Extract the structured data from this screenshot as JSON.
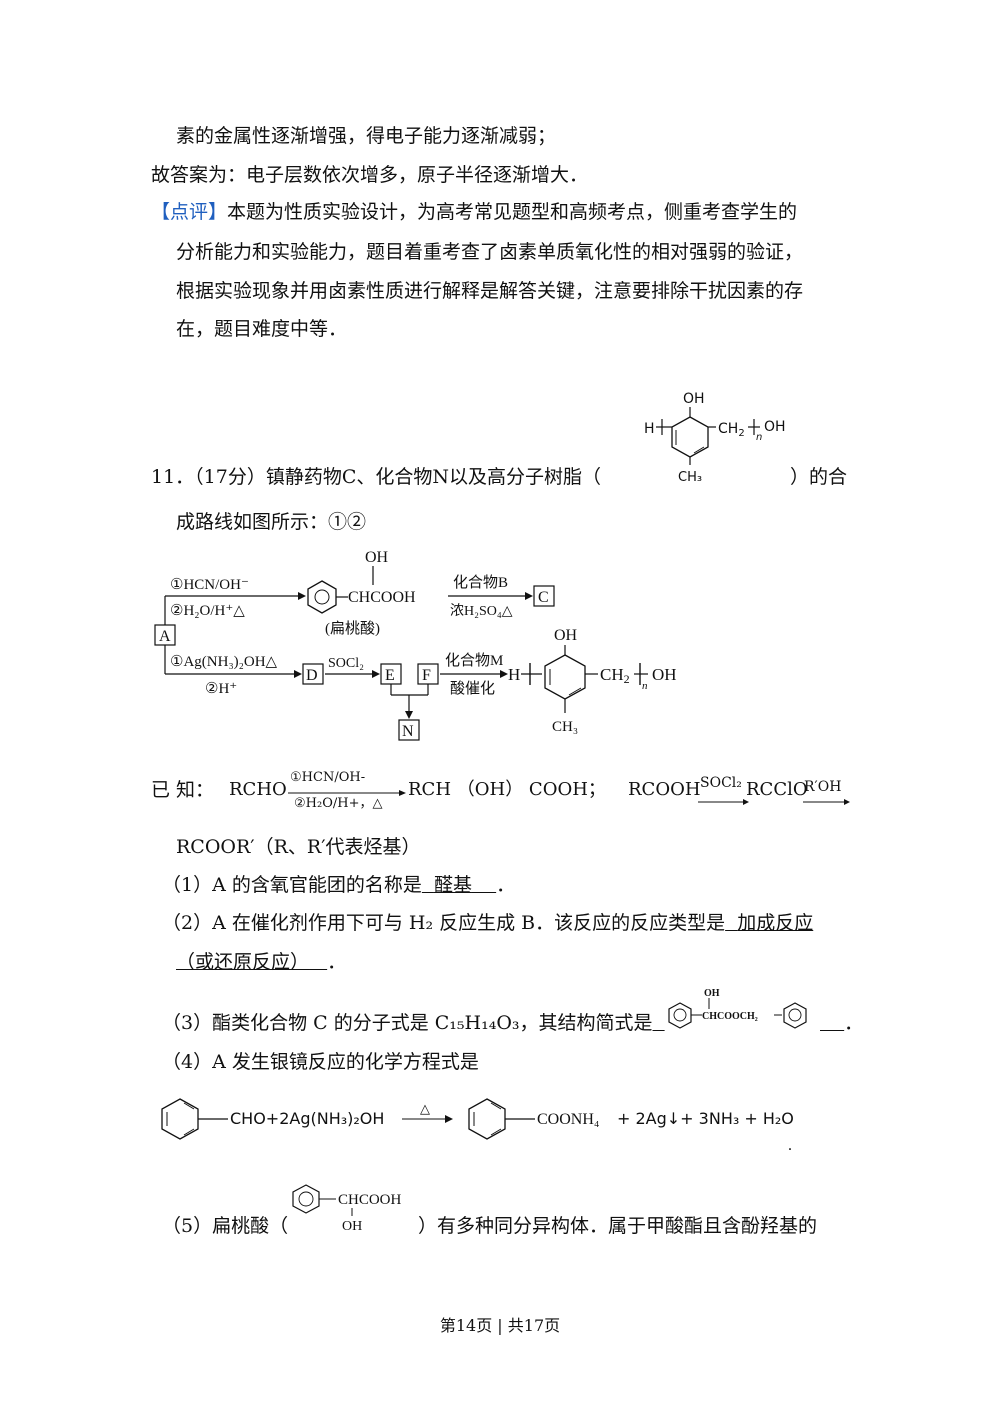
{
  "prev_analysis": {
    "line1": "素的金属性逐渐增强，得电子能力逐渐减弱；",
    "line2": "故答案为：电子层数依次增多，原子半径逐渐增大．"
  },
  "comment": {
    "tag": "【点评】",
    "line1": "本题为性质实验设计，为高考常见题型和高频考点，侧重考查学生的",
    "line2": "分析能力和实验能力，题目着重考查了卤素单质氧化性的相对强弱的验证，",
    "line3": "根据实验现象并用卤素性质进行解释是解答关键，注意要排除干扰因素的存",
    "line4": "在，题目难度中等．"
  },
  "q11": {
    "intro": "11．（17分）镇静药物C、化合物N以及高分子树脂（",
    "intro_tail": "）的合",
    "intro2": "成路线如图所示：①②",
    "polymer": {
      "oh": "OH",
      "h": "H",
      "ch2": "CH",
      "sub2": "2",
      "n": "n",
      "end": "OH",
      "ch3": "CH₃"
    },
    "scheme": {
      "A": "A",
      "B_reagent": "化合物B",
      "C": "C",
      "D": "D",
      "E": "E",
      "F": "F",
      "N": "N",
      "step1a": "①HCN/OH⁻",
      "step1b": "②H₂O/H⁺△",
      "step2a": "①Ag(NH₃)₂OH△",
      "step2b": "②H⁺",
      "socl2": "SOCl₂",
      "conc_h2so4": "浓H₂SO₄△",
      "mandelic_oh": "OH",
      "mandelic_chain": "CHCOOH",
      "mandelic_name": "(扁桃酸)",
      "M_reagent": "化合物M",
      "acid_cat": "酸催化"
    },
    "known": {
      "label": "已 知：",
      "rcho": "RCHO",
      "cond_top": "①HCN/OH-",
      "cond_bottom": "②H₂O/H+，△",
      "prod1": "RCH （OH） COOH；",
      "rcooh": "RCOOH",
      "socl2": "SOCl₂",
      "rccl": "RCClO",
      "roh": "R′OH",
      "line2": "RCOOR′（R、R′代表烃基）"
    },
    "p1": {
      "text": "（1）A 的含氧官能团的名称是",
      "answer": "醛基",
      "end": "．"
    },
    "p2": {
      "text": "（2）A 在催化剂作用下可与 H₂ 反应生成 B．该反应的反应类型是",
      "answer": "加成反应",
      "answer2": "（或还原反应）",
      "end": "．"
    },
    "p3": {
      "text": "（3）酯类化合物 C 的分子式是 C₁₅H₁₄O₃，其结构简式是",
      "struct_oh": "OH",
      "struct_chain": "CHCOOCH₂",
      "end": "．"
    },
    "p4": {
      "text": "（4）A 发生银镜反应的化学方程式是",
      "eq_lhs": "CHO+2Ag(NH₃)₂OH",
      "eq_cond": "△",
      "eq_rhs1": "COONH₄",
      "eq_rhs2": "+ 2Ag↓+ 3NH₃ + H₂O",
      "end": "."
    },
    "p5": {
      "text": "（5）扁桃酸（",
      "struct_chain": "CHCOOH",
      "struct_oh": "OH",
      "tail": "）有多种同分异构体．属于甲酸酯且含酚羟基的"
    }
  },
  "footer": "第14页 | 共17页"
}
